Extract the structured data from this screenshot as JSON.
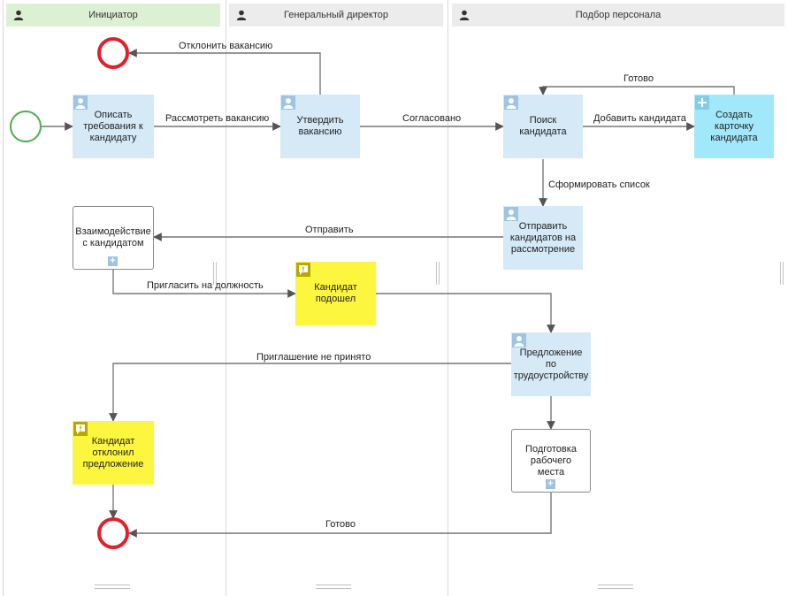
{
  "lanes": [
    {
      "title": "Инициатор"
    },
    {
      "title": "Генеральный директор"
    },
    {
      "title": "Подбор персонала"
    }
  ],
  "tasks": {
    "describe": "Описать требования к кандидату",
    "approve": "Утвердить вакансию",
    "search": "Поиск кандидата",
    "create_card": "Создать карточку кандидата",
    "send": "Отправить кандидатов на рассмотрение",
    "interact": "Взаимодействие с кандидатом",
    "suitable": "Кандидат подошел",
    "offer": "Предложение по трудоустройству",
    "declined": "Кандидат отклонил предложение",
    "workplace": "Подготовка рабочего места"
  },
  "edges": {
    "reject": "Отклонить вакансию",
    "review": "Рассмотреть вакансию",
    "agreed": "Согласовано",
    "ready_top": "Готово",
    "add_candidate": "Добавить кандидата",
    "form_list": "Сформировать список",
    "send": "Отправить",
    "invite": "Пригласить на должность",
    "not_accepted": "Приглашение не принято",
    "ready_bottom": "Готово"
  },
  "colors": {
    "task_blue": "#d5e9f6",
    "task_cyan": "#a2e8fb",
    "task_yellow": "#fdf63f",
    "start_event": "#4cae4c",
    "end_event": "#e0202a",
    "lane_header_active": "#dcf1d4"
  }
}
